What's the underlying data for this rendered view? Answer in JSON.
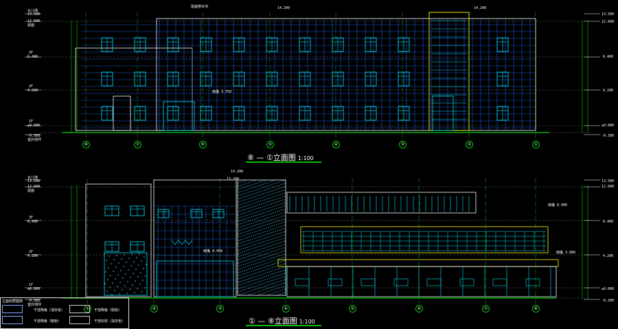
{
  "colors": {
    "frame": "#ffffff",
    "glass": "#00e5ff",
    "panel": "#2b5bff",
    "axis": "#00d000",
    "dim": "#00d000",
    "slab": "#ffff00",
    "stone": "#4fd4ff"
  },
  "top_elevation": {
    "title": "⑧ — ①立面图",
    "scale": "1:100",
    "axes": [
      "⑧",
      "⑦",
      "⑥",
      "⑤",
      "④",
      "③",
      "②",
      "①"
    ],
    "left_levels": [
      {
        "label": "女儿墙",
        "value": "13.500"
      },
      {
        "label": "屋面",
        "value": "12.600"
      },
      {
        "label": "3F",
        "value": "8.400"
      },
      {
        "label": "2F",
        "value": "4.200"
      },
      {
        "label": "1F",
        "value": "±0.000"
      },
      {
        "label": "室外地坪",
        "value": "-0.300"
      }
    ],
    "right_levels": [
      "13.500",
      "12.600",
      "8.400",
      "4.200",
      "±0.000",
      "-0.300"
    ],
    "top_marks": [
      "14.200",
      "14.200"
    ],
    "notes": [
      "屋面排水沟",
      "雨篷 3.750"
    ]
  },
  "bottom_elevation": {
    "title": "① — ⑧立面图",
    "scale": "1:100",
    "axes": [
      "①",
      "②",
      "③",
      "④",
      "⑤",
      "⑥",
      "⑦",
      "⑧"
    ],
    "left_levels": [
      {
        "label": "女儿墙",
        "value": "13.500"
      },
      {
        "label": "屋面",
        "value": "12.600"
      },
      {
        "label": "3F",
        "value": "8.400"
      },
      {
        "label": "2F",
        "value": "4.200"
      },
      {
        "label": "1F",
        "value": "±0.000"
      },
      {
        "label": "室外地坪",
        "value": "-0.300"
      }
    ],
    "right_levels": [
      "13.500",
      "12.600",
      "8.400",
      "4.200",
      "±0.000",
      "-0.300"
    ],
    "top_marks": [
      "14.200",
      "13.200"
    ],
    "notes": [
      "雨篷 4.950",
      "雨篷 8.900",
      "雨篷 3.900"
    ]
  },
  "legend": {
    "header": "立面材质图例",
    "items": [
      "干挂陶板（浅灰色）",
      "干挂陶板（暗色）",
      "干挂陶板（棕色）",
      "干挂石材（浅灰色）"
    ]
  }
}
